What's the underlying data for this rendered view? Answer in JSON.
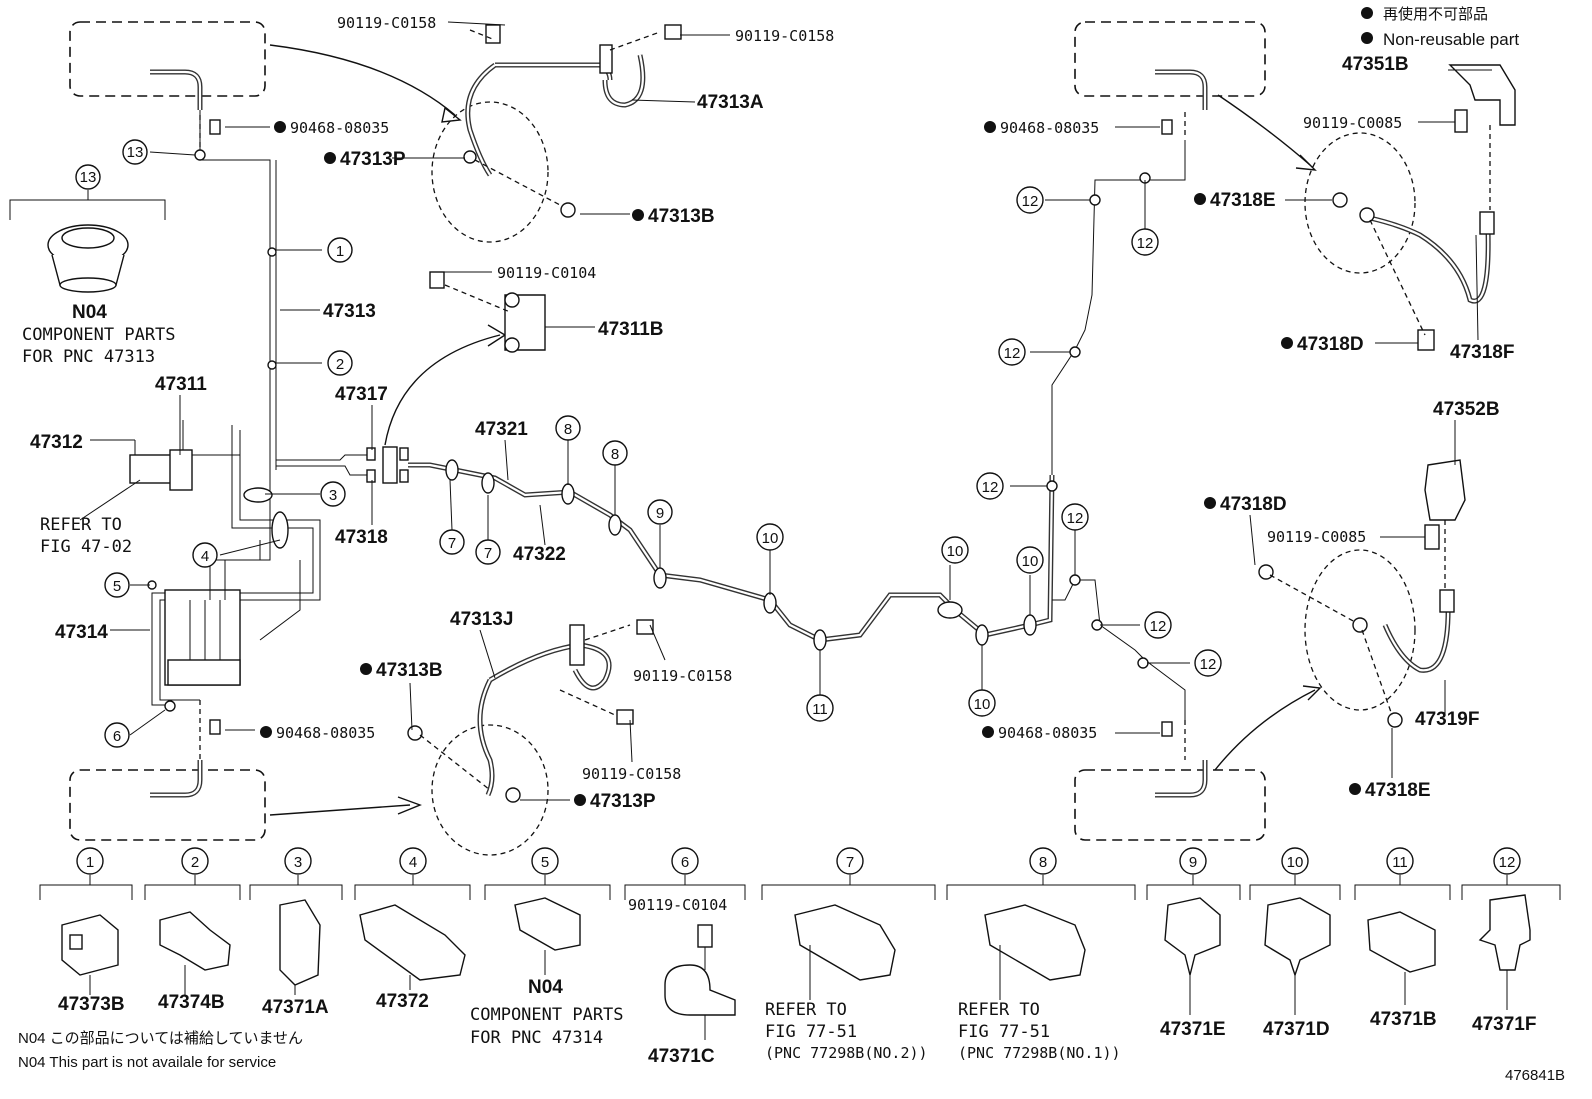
{
  "legend": {
    "jp": "再使用不可部品",
    "en": "Non-reusable part"
  },
  "figure_id": "476841B",
  "notes": {
    "jp": "N04 この部品については補給していません",
    "en": "N04 This part is not availale for service"
  },
  "callouts": {
    "c47313a": "47313A",
    "c47313p_top": "47313P",
    "c47313b_top": "47313B",
    "c90119_top_left": "90119-C0158",
    "c90119_top_right": "90119-C0158",
    "c90468_tl": "90468-08035",
    "c47313": "47313",
    "c90119_c0104": "90119-C0104",
    "c47311b": "47311B",
    "c47317": "47317",
    "c47318": "47318",
    "c47311": "47311",
    "c47312": "47312",
    "refer_fig": "REFER TO",
    "refer_fig2": "FIG 47-02",
    "c47314": "47314",
    "c47321": "47321",
    "c47322": "47322",
    "c47313j": "47313J",
    "c47313b_bot": "47313B",
    "c90119_bot1": "90119-C0158",
    "c90119_bot2": "90119-C0158",
    "c47313p_bot": "47313P",
    "c90468_bl": "90468-08035",
    "c90468_tr": "90468-08035",
    "c90468_br": "90468-08035",
    "c47351b": "47351B",
    "c90119_c0085_top": "90119-C0085",
    "c47318e_top": "47318E",
    "c47318d_top": "47318D",
    "c47318f": "47318F",
    "c47352b": "47352B",
    "c47318d_bot": "47318D",
    "c90119_c0085_bot": "90119-C0085",
    "c47319f": "47319F",
    "c47318e_bot": "47318E",
    "n04": "N04",
    "n04_line1": "COMPONENT PARTS",
    "n04_line2": "FOR PNC 47313"
  },
  "circle_labels": {
    "one": "1",
    "two": "2",
    "three": "3",
    "four": "4",
    "five": "5",
    "six": "6",
    "seven": "7",
    "eight": "8",
    "nine": "9",
    "ten": "10",
    "eleven": "11",
    "twelve": "12",
    "thirteen": "13"
  },
  "bottom_row": [
    {
      "num": "1",
      "pn": "47373B"
    },
    {
      "num": "2",
      "pn": "47374B"
    },
    {
      "num": "3",
      "pn": "47371A"
    },
    {
      "num": "4",
      "pn": "47372"
    },
    {
      "num": "5",
      "pn": "N04",
      "l1": "COMPONENT PARTS",
      "l2": "FOR PNC 47314"
    },
    {
      "num": "6",
      "top": "90119-C0104",
      "pn": "47371C"
    },
    {
      "num": "7",
      "l1": "REFER TO",
      "l2": "FIG 77-51",
      "l3": "(PNC 77298B(NO.2))"
    },
    {
      "num": "8",
      "l1": "REFER TO",
      "l2": "FIG 77-51",
      "l3": "(PNC 77298B(NO.1))"
    },
    {
      "num": "9",
      "pn": "47371E"
    },
    {
      "num": "10",
      "pn": "47371D"
    },
    {
      "num": "11",
      "pn": "47371B"
    },
    {
      "num": "12",
      "pn": "47371F"
    }
  ]
}
